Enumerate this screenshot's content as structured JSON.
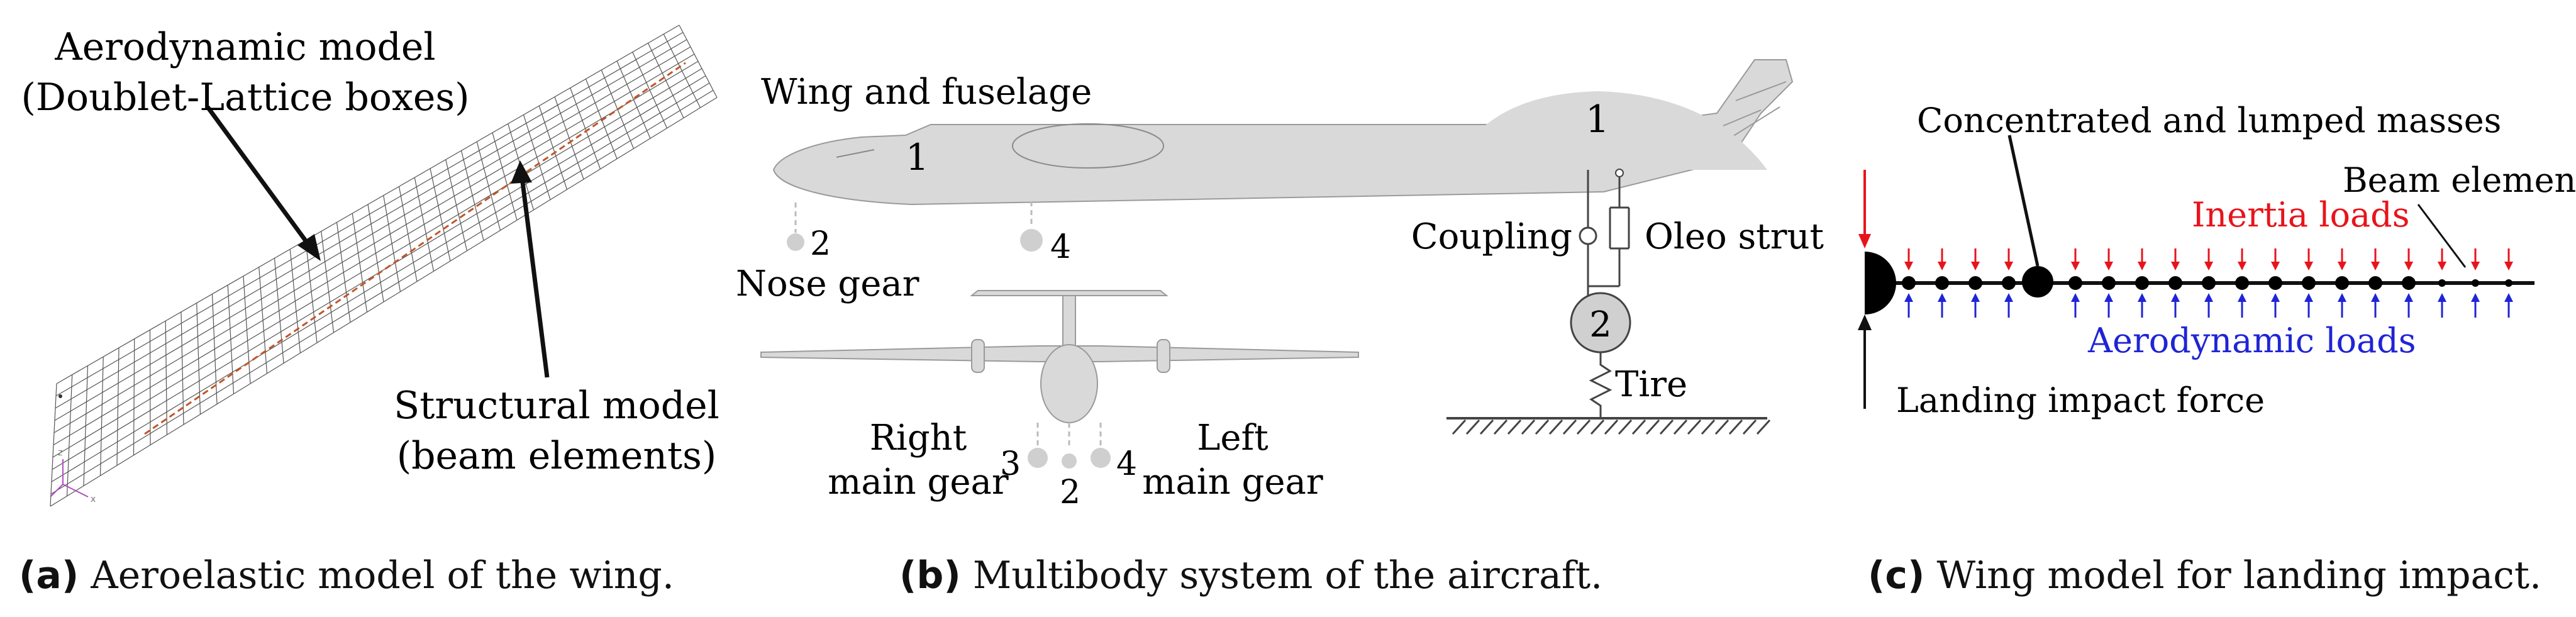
{
  "panel_a": {
    "aero_label_line1": "Aerodynamic model",
    "aero_label_line2": "(Doublet-Lattice boxes)",
    "struct_label_line1": "Structural model",
    "struct_label_line2": "(beam elements)",
    "caption_prefix": "(a)",
    "caption_text": "Aeroelastic model of the wing."
  },
  "panel_b": {
    "wing_fuselage_label": "Wing and fuselage",
    "body_number": "1",
    "nose_gear_number": "2",
    "nose_gear_label": "Nose gear",
    "left_gear_number_side": "4",
    "right_main_gear_line1": "Right",
    "right_main_gear_line2": "main gear",
    "left_main_gear_line1": "Left",
    "left_main_gear_line2": "main gear",
    "gear_num_3": "3",
    "gear_num_2": "2",
    "gear_num_4": "4",
    "coupling_label": "Coupling",
    "oleo_label": "Oleo strut",
    "tire_label": "Tire",
    "body_detail_number": "1",
    "wheel_number": "2",
    "caption_prefix": "(b)",
    "caption_text": "Multibody system of the aircraft."
  },
  "panel_c": {
    "masses_label": "Concentrated and lumped masses",
    "beam_label": "Beam elements",
    "inertia_label": "Inertia loads",
    "aero_loads_label": "Aerodynamic loads",
    "impact_label": "Landing impact force",
    "inertia_color": "#e8141b",
    "aero_color": "#1f24d6",
    "caption_prefix": "(c)",
    "caption_text": "Wing model for landing impact."
  }
}
